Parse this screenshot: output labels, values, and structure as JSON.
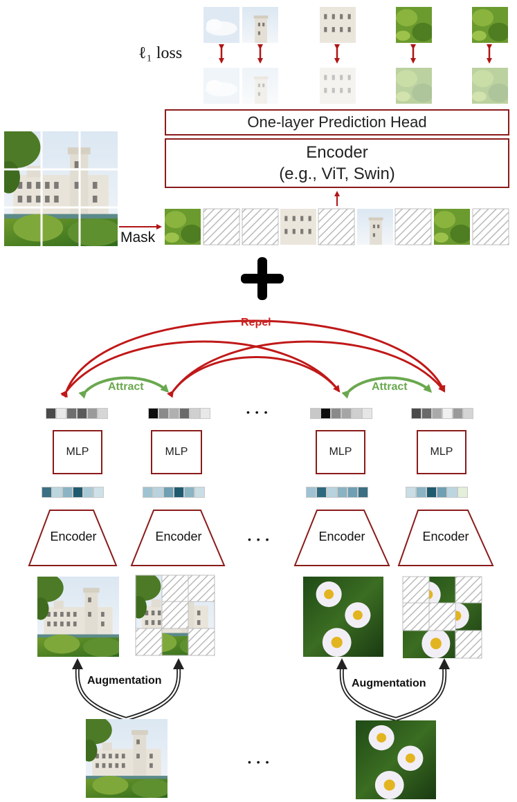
{
  "mim": {
    "loss_label": "ℓ₁ loss",
    "prediction_head": "One-layer Prediction Head",
    "encoder_title": "Encoder",
    "encoder_examples": "(e.g., ViT, Swin)",
    "mask_label": "Mask"
  },
  "plus_symbol": "+",
  "contrastive": {
    "repel_label": "Repel",
    "attract_labels": [
      "Attract",
      "Attract"
    ],
    "mlp_labels": [
      "MLP",
      "MLP",
      "MLP",
      "MLP"
    ],
    "encoder_labels": [
      "Encoder",
      "Encoder",
      "Encoder",
      "Encoder"
    ],
    "augmentation_labels": [
      "Augmentation",
      "Augmentation"
    ],
    "ellipsis": "• • •"
  },
  "colors": {
    "dark_red": "#8b1a1a",
    "arrow_red": "#c01818",
    "repel_text": "#cc2222",
    "attract_green": "#6aa84f",
    "hatch_gray": "#b9b9b9"
  },
  "icons": [
    "castle-image",
    "daisy-image",
    "hatched-mask-tile",
    "feature-vector"
  ]
}
